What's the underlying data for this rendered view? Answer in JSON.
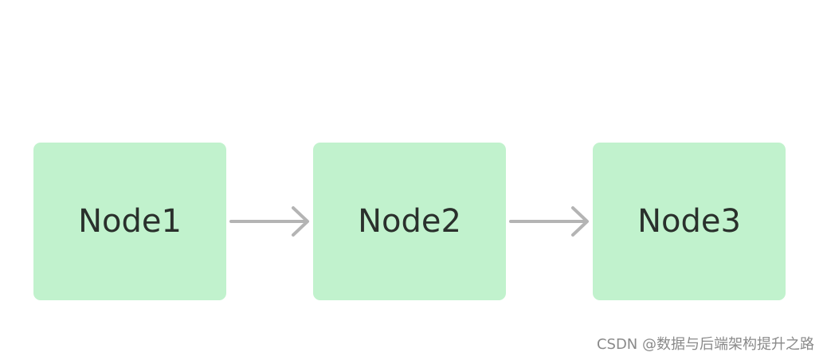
{
  "nodes": [
    {
      "label": "Node1"
    },
    {
      "label": "Node2"
    },
    {
      "label": "Node3"
    }
  ],
  "edges": [
    {
      "from": "Node1",
      "to": "Node2"
    },
    {
      "from": "Node2",
      "to": "Node3"
    }
  ],
  "watermark": "CSDN @数据与后端架构提升之路",
  "colors": {
    "node_fill": "#c1f2cd",
    "node_text": "#2a302c",
    "arrow": "#b4b4b4",
    "background": "#ffffff",
    "watermark": "#8a8a8a"
  }
}
